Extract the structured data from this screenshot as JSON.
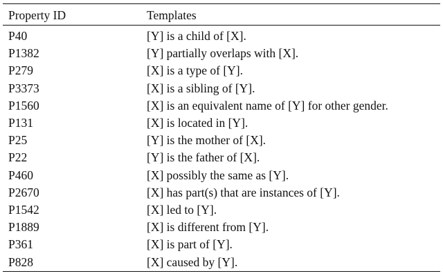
{
  "table": {
    "headers": {
      "property_id": "Property ID",
      "templates": "Templates"
    },
    "rows": [
      {
        "id": "P40",
        "template": "[Y] is a child of [X]."
      },
      {
        "id": "P1382",
        "template": "[Y] partially overlaps with [X]."
      },
      {
        "id": "P279",
        "template": "[X] is a type of [Y]."
      },
      {
        "id": "P3373",
        "template": "[X] is a sibling of [Y]."
      },
      {
        "id": "P1560",
        "template": "[X] is an equivalent name of [Y] for other gender."
      },
      {
        "id": "P131",
        "template": "[X] is located in [Y]."
      },
      {
        "id": "P25",
        "template": "[Y] is the mother of [X]."
      },
      {
        "id": "P22",
        "template": "[Y] is the father of [X]."
      },
      {
        "id": "P460",
        "template": "[X] possibly the same as [Y]."
      },
      {
        "id": "P2670",
        "template": "[X] has part(s) that are instances of [Y]."
      },
      {
        "id": "P1542",
        "template": "[X] led to [Y]."
      },
      {
        "id": "P1889",
        "template": "[X] is different from [Y]."
      },
      {
        "id": "P361",
        "template": "[X] is part of [Y]."
      },
      {
        "id": "P828",
        "template": "[X] caused by [Y]."
      }
    ]
  }
}
